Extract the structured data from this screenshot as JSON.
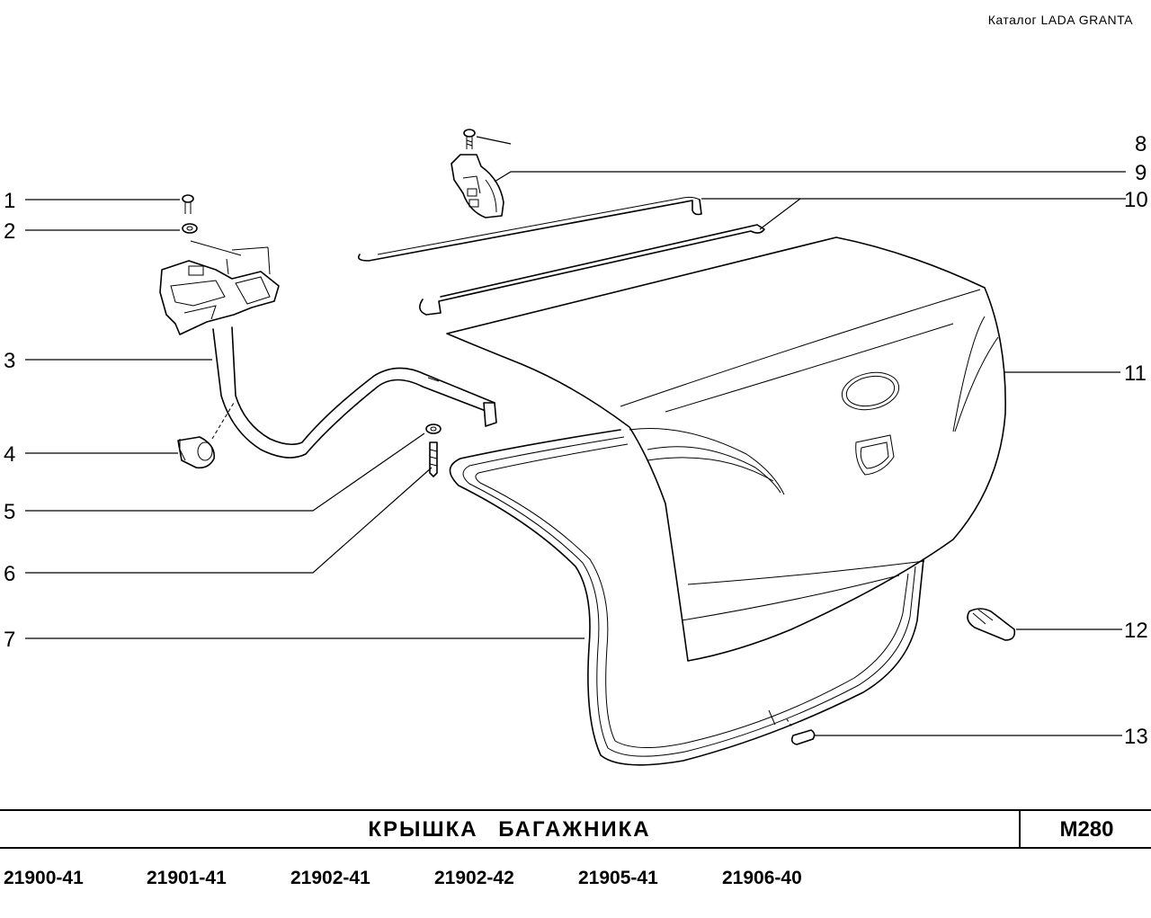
{
  "header": {
    "catalog": "Каталог  LADA  GRANTA"
  },
  "callouts": {
    "c1": "1",
    "c2": "2",
    "c3": "3",
    "c4": "4",
    "c5": "5",
    "c6": "6",
    "c7": "7",
    "c8": "8",
    "c9": "9",
    "c10": "10",
    "c11": "11",
    "c12": "12",
    "c13": "13"
  },
  "title_block": {
    "title": "КРЫШКА   БАГАЖНИКА",
    "code": "М280"
  },
  "models": [
    "21900-41",
    "21901-41",
    "21902-41",
    "21902-42",
    "21905-41",
    "21906-40"
  ]
}
